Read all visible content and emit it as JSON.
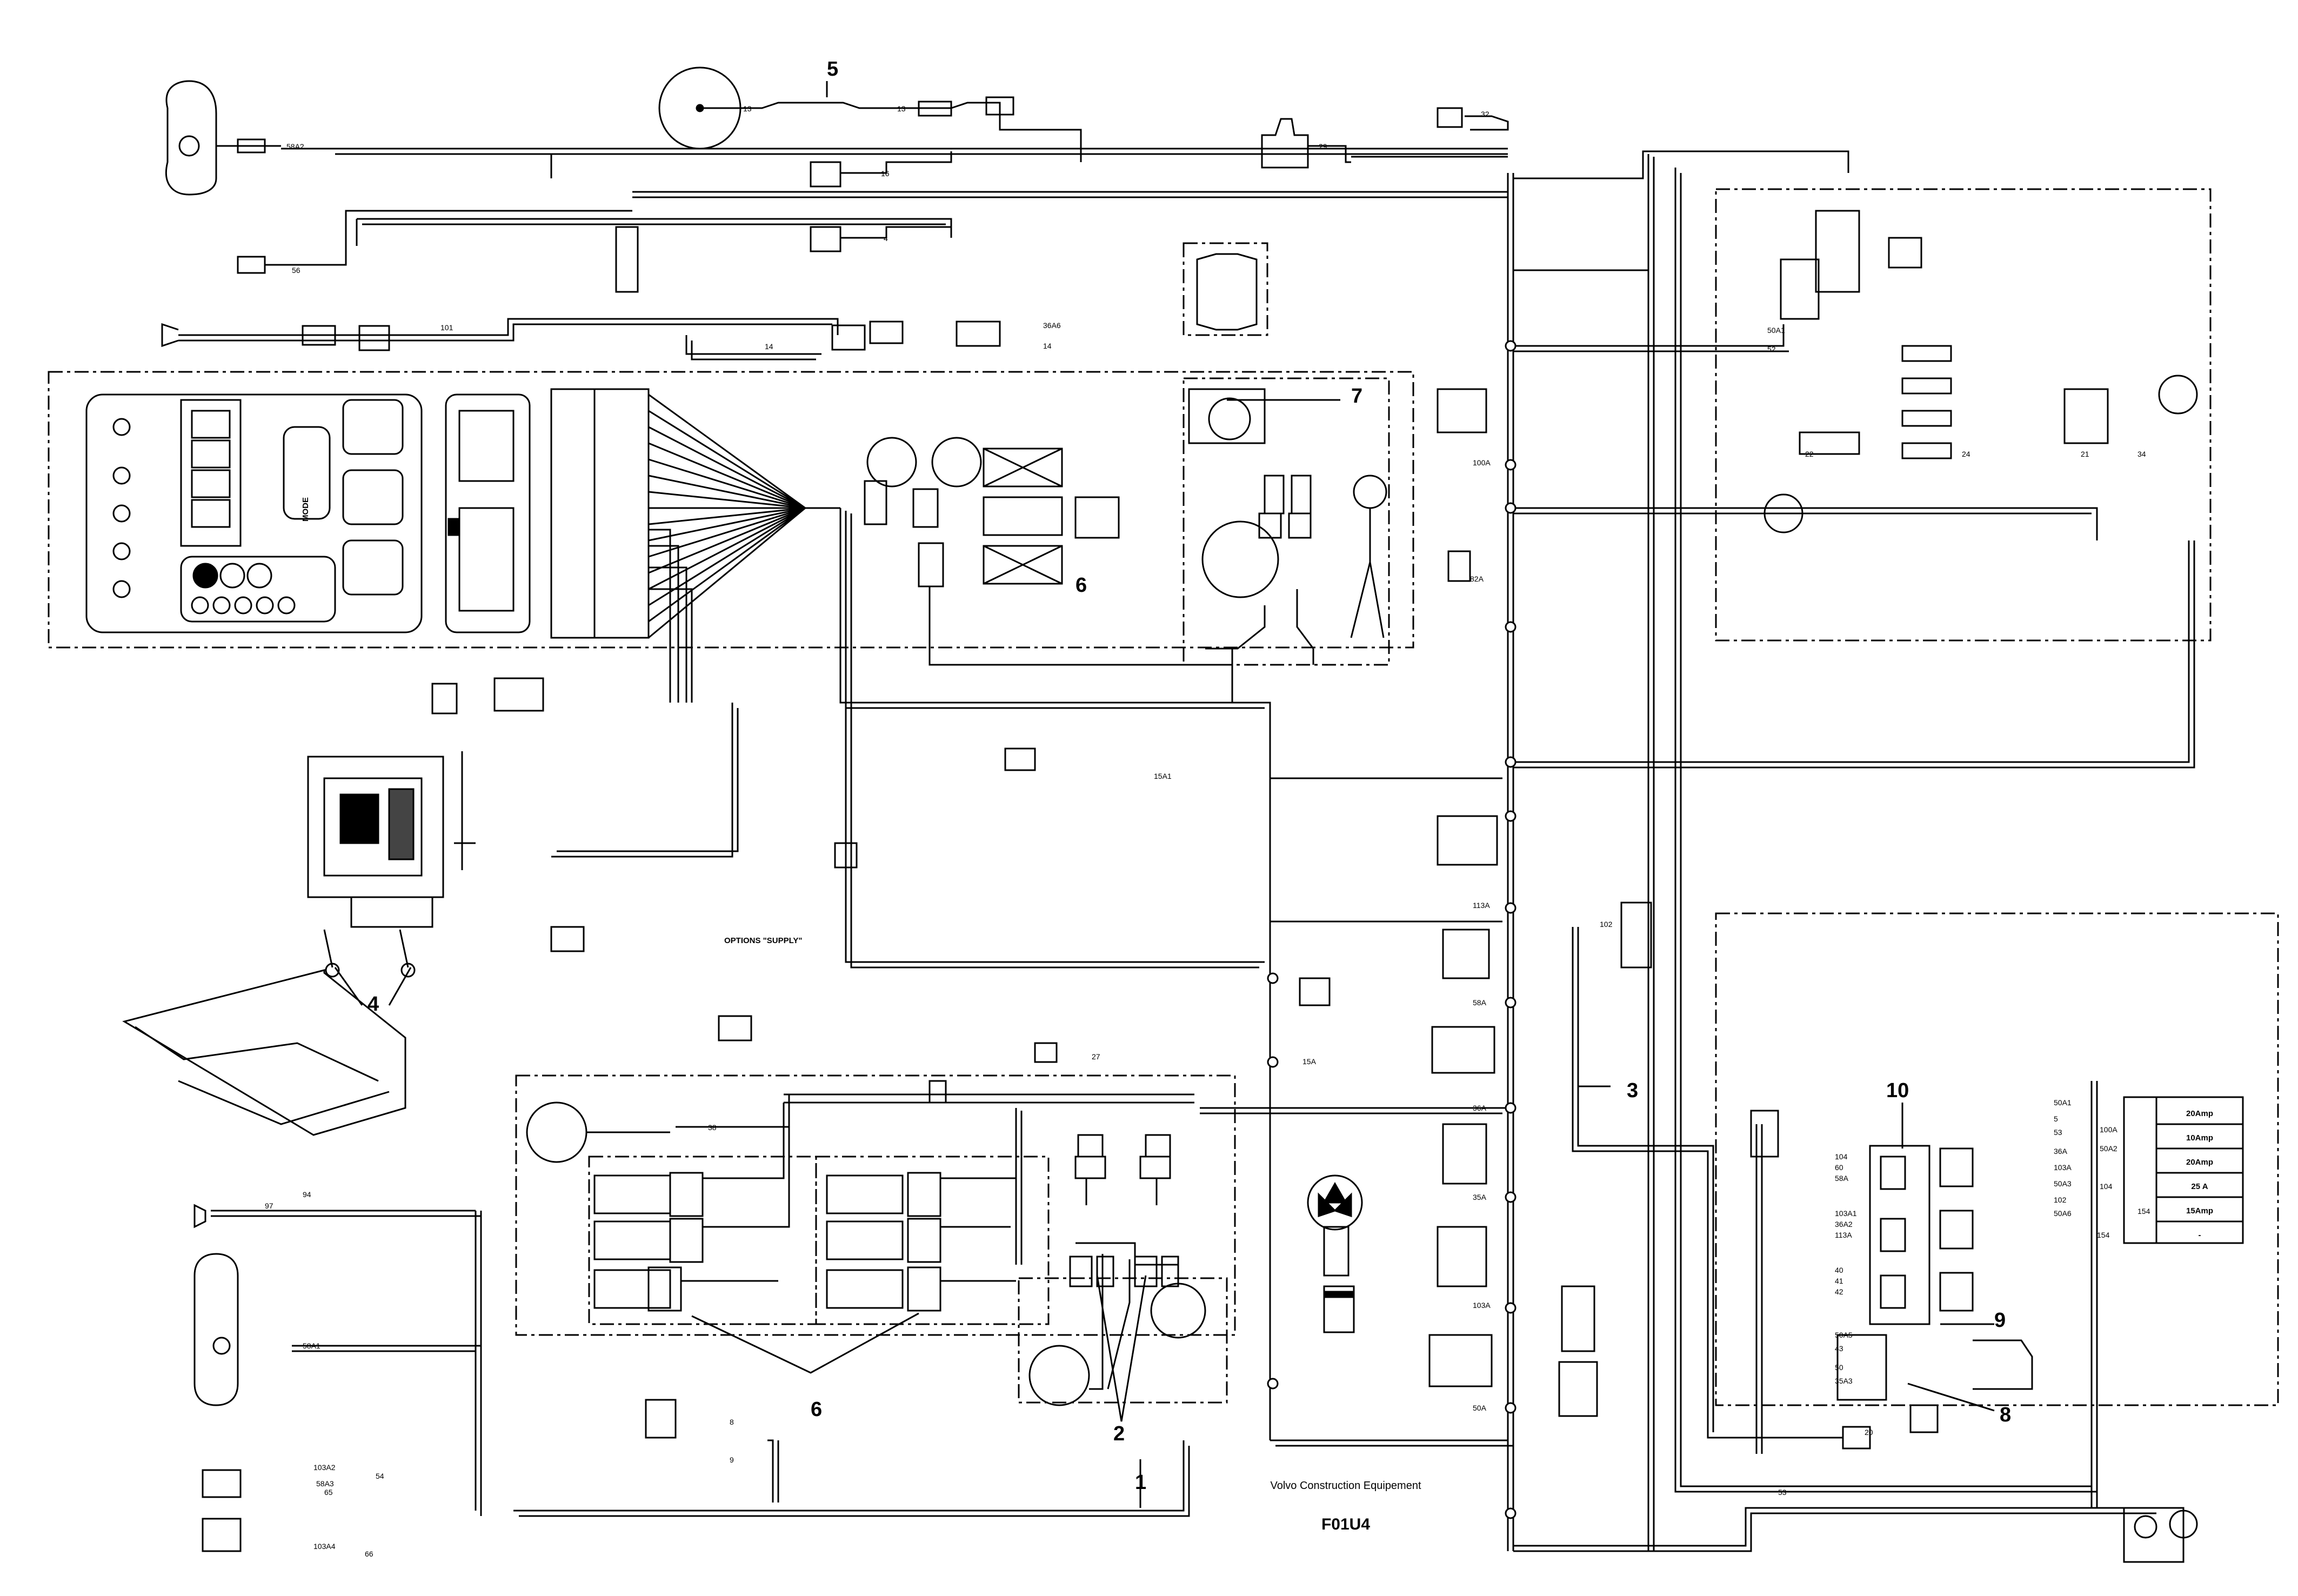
{
  "callouts": [
    "1",
    "2",
    "3",
    "4",
    "5",
    "6",
    "6",
    "7",
    "8",
    "9",
    "10"
  ],
  "mode_label": "MODE",
  "options_label": "OPTIONS \"SUPPLY\"",
  "wire_codes": {
    "w58A2": "58A2",
    "w13": "13",
    "w16": "16",
    "w4": "4",
    "w56": "56",
    "w101": "101",
    "w14": "14",
    "w36A6": "36A6",
    "w29": "29",
    "w32": "32",
    "w100A": "100A",
    "w82A": "82A",
    "w113A": "113A",
    "w58A": "58A",
    "w36A": "36A",
    "w35A": "35A",
    "w103A": "103A",
    "w50A": "50A",
    "w15A": "15A",
    "w15A1": "15A1",
    "w27": "27",
    "w38": "38",
    "w94": "94",
    "w97": "97",
    "w58A1": "58A1",
    "w103A2": "103A2",
    "w54": "54",
    "w58A3": "58A3",
    "w65": "65",
    "w103A4": "103A4",
    "w66": "66",
    "w8": "8",
    "w9": "9",
    "w52": "52",
    "w50A1": "50A1",
    "w53": "53",
    "w20": "20",
    "w21": "21",
    "w34": "34",
    "w22": "22",
    "w24": "24",
    "w102": "102",
    "w154": "154"
  },
  "fuse_table": {
    "ratings": [
      "20Amp",
      "10Amp",
      "20Amp",
      "25 A",
      "15Amp",
      "-"
    ],
    "wires": [
      "50A1",
      "5",
      "53",
      "36A",
      "103A",
      "50A3",
      "102",
      "50A6",
      "154"
    ],
    "wires_right": [
      "100A",
      "50A2",
      "104"
    ]
  },
  "relay_10_wires": [
    "104",
    "60",
    "58A",
    "103A1",
    "36A2",
    "113A",
    "40",
    "41",
    "42"
  ],
  "relay_9_wires": [
    "50A5",
    "43",
    "50",
    "35A3"
  ],
  "manufacturer": "Volvo Construction Equipement",
  "code": "F01U4"
}
